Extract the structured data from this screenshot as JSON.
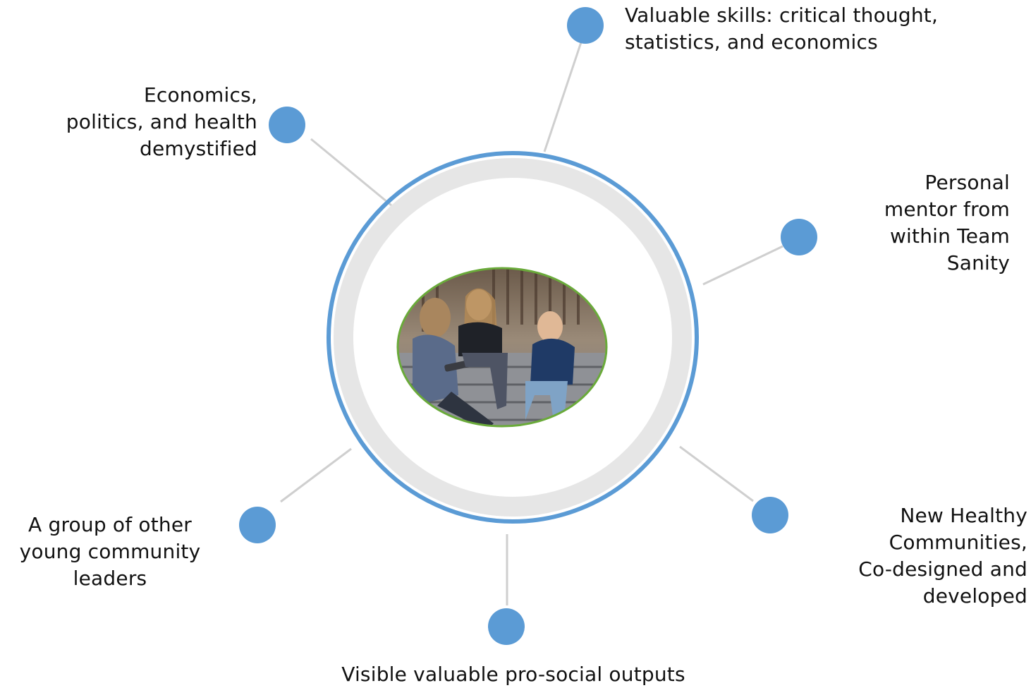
{
  "colors": {
    "node": "#5b9bd5",
    "outer_ring": "#5b9bd5",
    "inner_ring": "#e6e6e6",
    "connector": "#cfcfcf",
    "photo_border": "#6aaa3a",
    "text": "#111111"
  },
  "center": {
    "image": "photo of three young people sitting on outdoor steps with a laptop"
  },
  "items": [
    {
      "id": "skills",
      "lines": [
        "Valuable skills: critical thought,",
        "statistics, and economics"
      ]
    },
    {
      "id": "demystified",
      "lines": [
        "Economics,",
        "politics, and health",
        "demystified"
      ]
    },
    {
      "id": "mentor",
      "lines": [
        "Personal",
        "mentor from",
        "within Team",
        "Sanity"
      ]
    },
    {
      "id": "communities",
      "lines": [
        "New Healthy",
        "Communities,",
        "Co-designed and",
        "developed"
      ]
    },
    {
      "id": "outputs",
      "lines": [
        "Visible valuable pro-social outputs"
      ]
    },
    {
      "id": "leaders",
      "lines": [
        "A group of other",
        "young community",
        "leaders"
      ]
    }
  ]
}
